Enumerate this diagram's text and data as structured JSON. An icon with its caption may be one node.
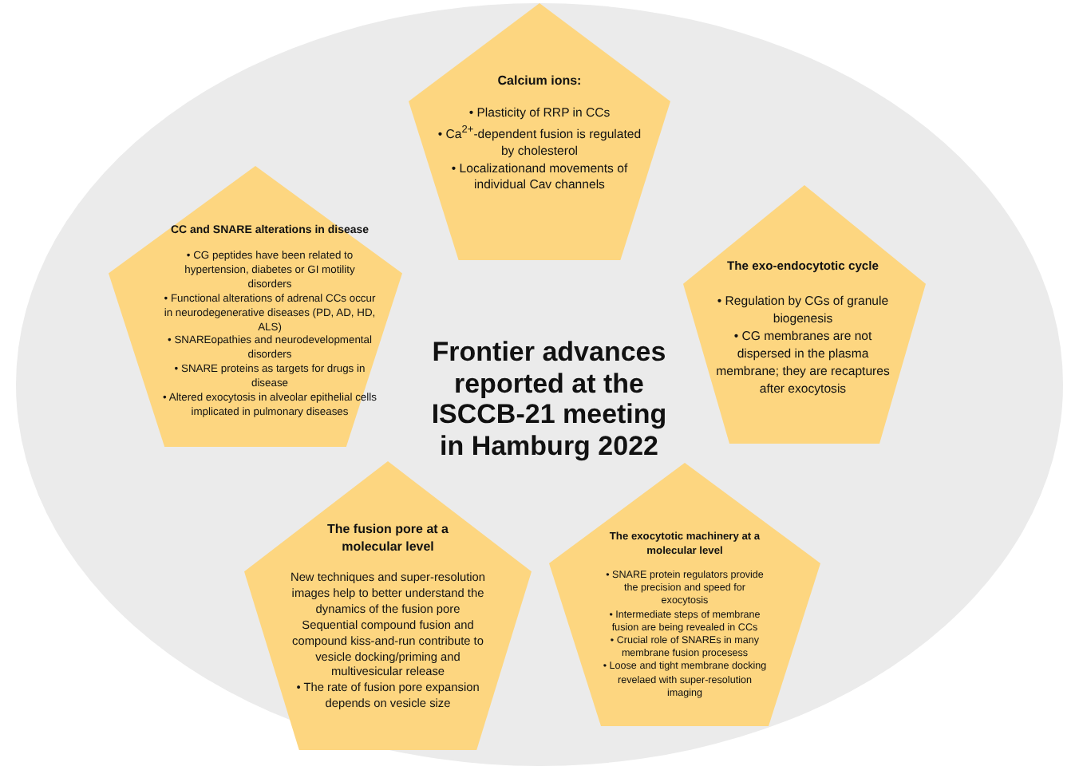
{
  "diagram": {
    "nodes": [
      {
        "text": [
          "Frontier advances reported at the ISCCB-21 meeting in Hamburg 2022"
        ]
      },
      {
        "text": [
          "Calcium ions:",
          "• Plasticity of RRP in CCs",
          "• Ca$^{2+}$-dependent fusion is regulated by cholesterol",
          "• Localizationand movements of individual Cav channels"
        ],
        "in": 0
      },
      {
        "text": [
          "CC and SNARE alterations in disease",
          "• CG peptides have been related to hypertension, diabetes or GI motility disorders",
          "• Functional alterations of adrenal CCs occur in neurodegenerative diseases (PD, AD, HD, ALS)",
          "• SNAREopathies and neurodevelopmental disorders",
          "• SNARE proteins as targets for drugs in disease",
          "• Altered exocytosis in alveolar epithelial cells implicated in pulmonary diseases"
        ],
        "in": 0
      },
      {
        "text": [
          "The exo-endocytotic cycle",
          "• Regulation by CGs of granule biogenesis",
          "• CG membranes are not dispersed in the plasma membrane; they are recaptures after exocytosis"
        ],
        "in": 0
      },
      {
        "text": [
          "The fusion pore at a molecular level",
          "New techniques and super-resolution images help to better understand the dynamics of the fusion pore",
          "Sequential compound fusion and compound kiss-and-run contribute to vesicle docking/priming and multivesicular release",
          "• The rate of fusion pore expansion depends on vesicle size"
        ],
        "in": 0
      },
      {
        "text": [
          "The exocytotic machinery at a molecular level",
          "• SNARE protein regulators provide the precision and speed for exocytosis",
          "• Intermediate steps of membrane fusion are being revealed in CCs",
          "• Crucial role of SNAREs in many membrane fusion procesess",
          "• Loose and tight membrane docking revelaed with super-resolution imaging"
        ],
        "in": 0
      }
    ]
  }
}
